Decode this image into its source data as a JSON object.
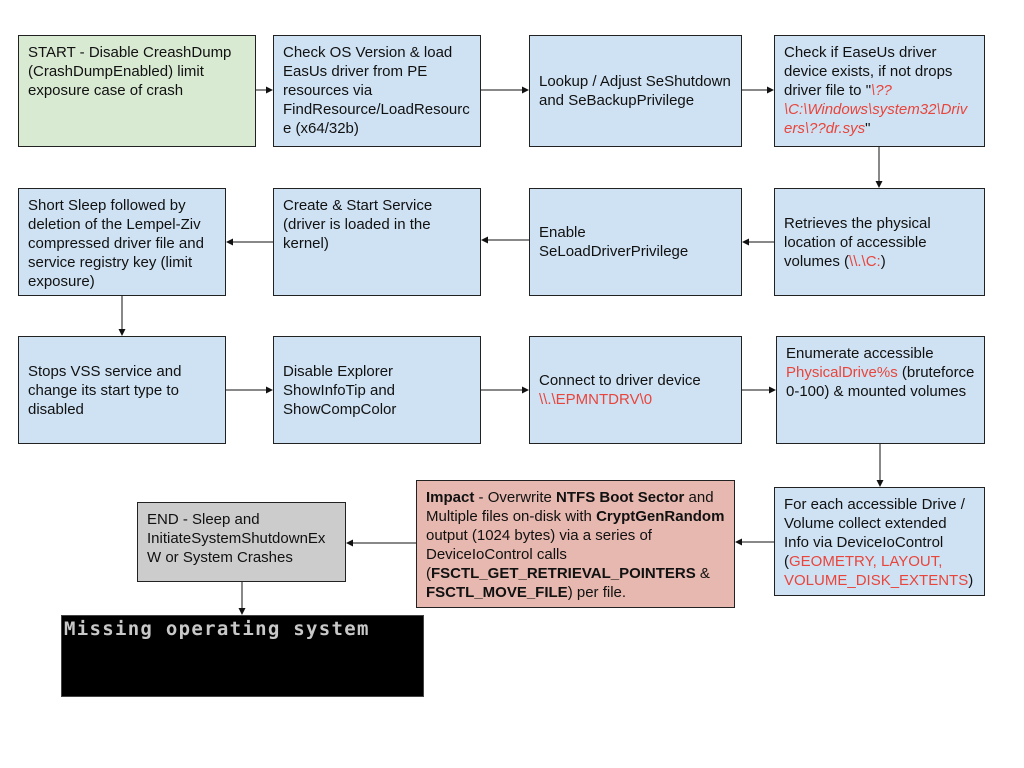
{
  "colors": {
    "process": "#cfe2f3",
    "start": "#d9ead3",
    "impact": "#e6b8af",
    "end": "#cccccc",
    "highlight": "#e8453c"
  },
  "boxes": [
    {
      "id": "start",
      "parts": [
        {
          "t": "START - Disable CreashDump (CrashDumpEnabled) limit exposure case of crash"
        }
      ]
    },
    {
      "id": "check-os",
      "parts": [
        {
          "t": "Check OS Version & load EasUs driver from PE resources via FindResource/LoadResource (x64/32b)"
        }
      ]
    },
    {
      "id": "privileges",
      "parts": [
        {
          "t": "Lookup / Adjust SeShutdown and SeBackupPrivilege"
        }
      ]
    },
    {
      "id": "drop-driver",
      "parts": [
        {
          "t": "Check if EaseUs driver device exists, if not drops driver file to \""
        },
        {
          "t": "\\??\\C:\\Windows\\system32\\Drivers\\??dr.sys",
          "s": "r i"
        },
        {
          "t": "\""
        }
      ]
    },
    {
      "id": "sleep-delete",
      "parts": [
        {
          "t": "Short Sleep followed by deletion of the Lempel-Ziv compressed driver file and service registry key (limit exposure)"
        }
      ]
    },
    {
      "id": "create-service",
      "parts": [
        {
          "t": "Create & Start Service (driver is loaded in the kernel)"
        }
      ]
    },
    {
      "id": "load-driver-priv",
      "parts": [
        {
          "t": "Enable SeLoadDriverPrivilege"
        }
      ]
    },
    {
      "id": "volumes",
      "parts": [
        {
          "t": "Retrieves the physical location of accessible volumes ("
        },
        {
          "t": "\\\\.\\C:",
          "s": "r"
        },
        {
          "t": ")"
        }
      ]
    },
    {
      "id": "stop-vss",
      "parts": [
        {
          "t": "Stops VSS service and change its start type to disabled"
        }
      ]
    },
    {
      "id": "explorer",
      "parts": [
        {
          "t": "Disable Explorer ShowInfoTip and ShowCompColor"
        }
      ]
    },
    {
      "id": "connect",
      "parts": [
        {
          "t": "Connect to driver device "
        },
        {
          "t": "\\\\.\\EPMNTDRV\\0",
          "s": "r"
        }
      ]
    },
    {
      "id": "enumerate",
      "parts": [
        {
          "t": "Enumerate accessible "
        },
        {
          "t": "PhysicalDrive%s",
          "s": "r"
        },
        {
          "t": " (bruteforce 0-100) & mounted volumes"
        }
      ]
    },
    {
      "id": "collect-info",
      "parts": [
        {
          "t": "For each accessible Drive / Volume collect extended Info via DeviceIoControl ("
        },
        {
          "t": "GEOMETRY, LAYOUT, VOLUME_DISK_EXTENTS",
          "s": "r"
        },
        {
          "t": ")"
        }
      ]
    },
    {
      "id": "impact",
      "parts": [
        {
          "t": "Impact",
          "s": "b"
        },
        {
          "t": " - Overwrite "
        },
        {
          "t": "NTFS Boot Sector",
          "s": "b"
        },
        {
          "t": " and Multiple files on-disk with "
        },
        {
          "t": "CryptGenRandom",
          "s": "b"
        },
        {
          "t": " output (1024 bytes) via a series of DeviceIoControl calls ("
        },
        {
          "t": "FSCTL_GET_RETRIEVAL_POINTERS",
          "s": "b"
        },
        {
          "t": " & "
        },
        {
          "t": "FSCTL_MOVE_FILE",
          "s": "b"
        },
        {
          "t": ") per file."
        }
      ]
    },
    {
      "id": "end",
      "parts": [
        {
          "t": "END - Sleep and InitiateSystemShutdownExW or System Crashes"
        }
      ]
    }
  ],
  "terminal": {
    "text": "Missing operating system"
  }
}
